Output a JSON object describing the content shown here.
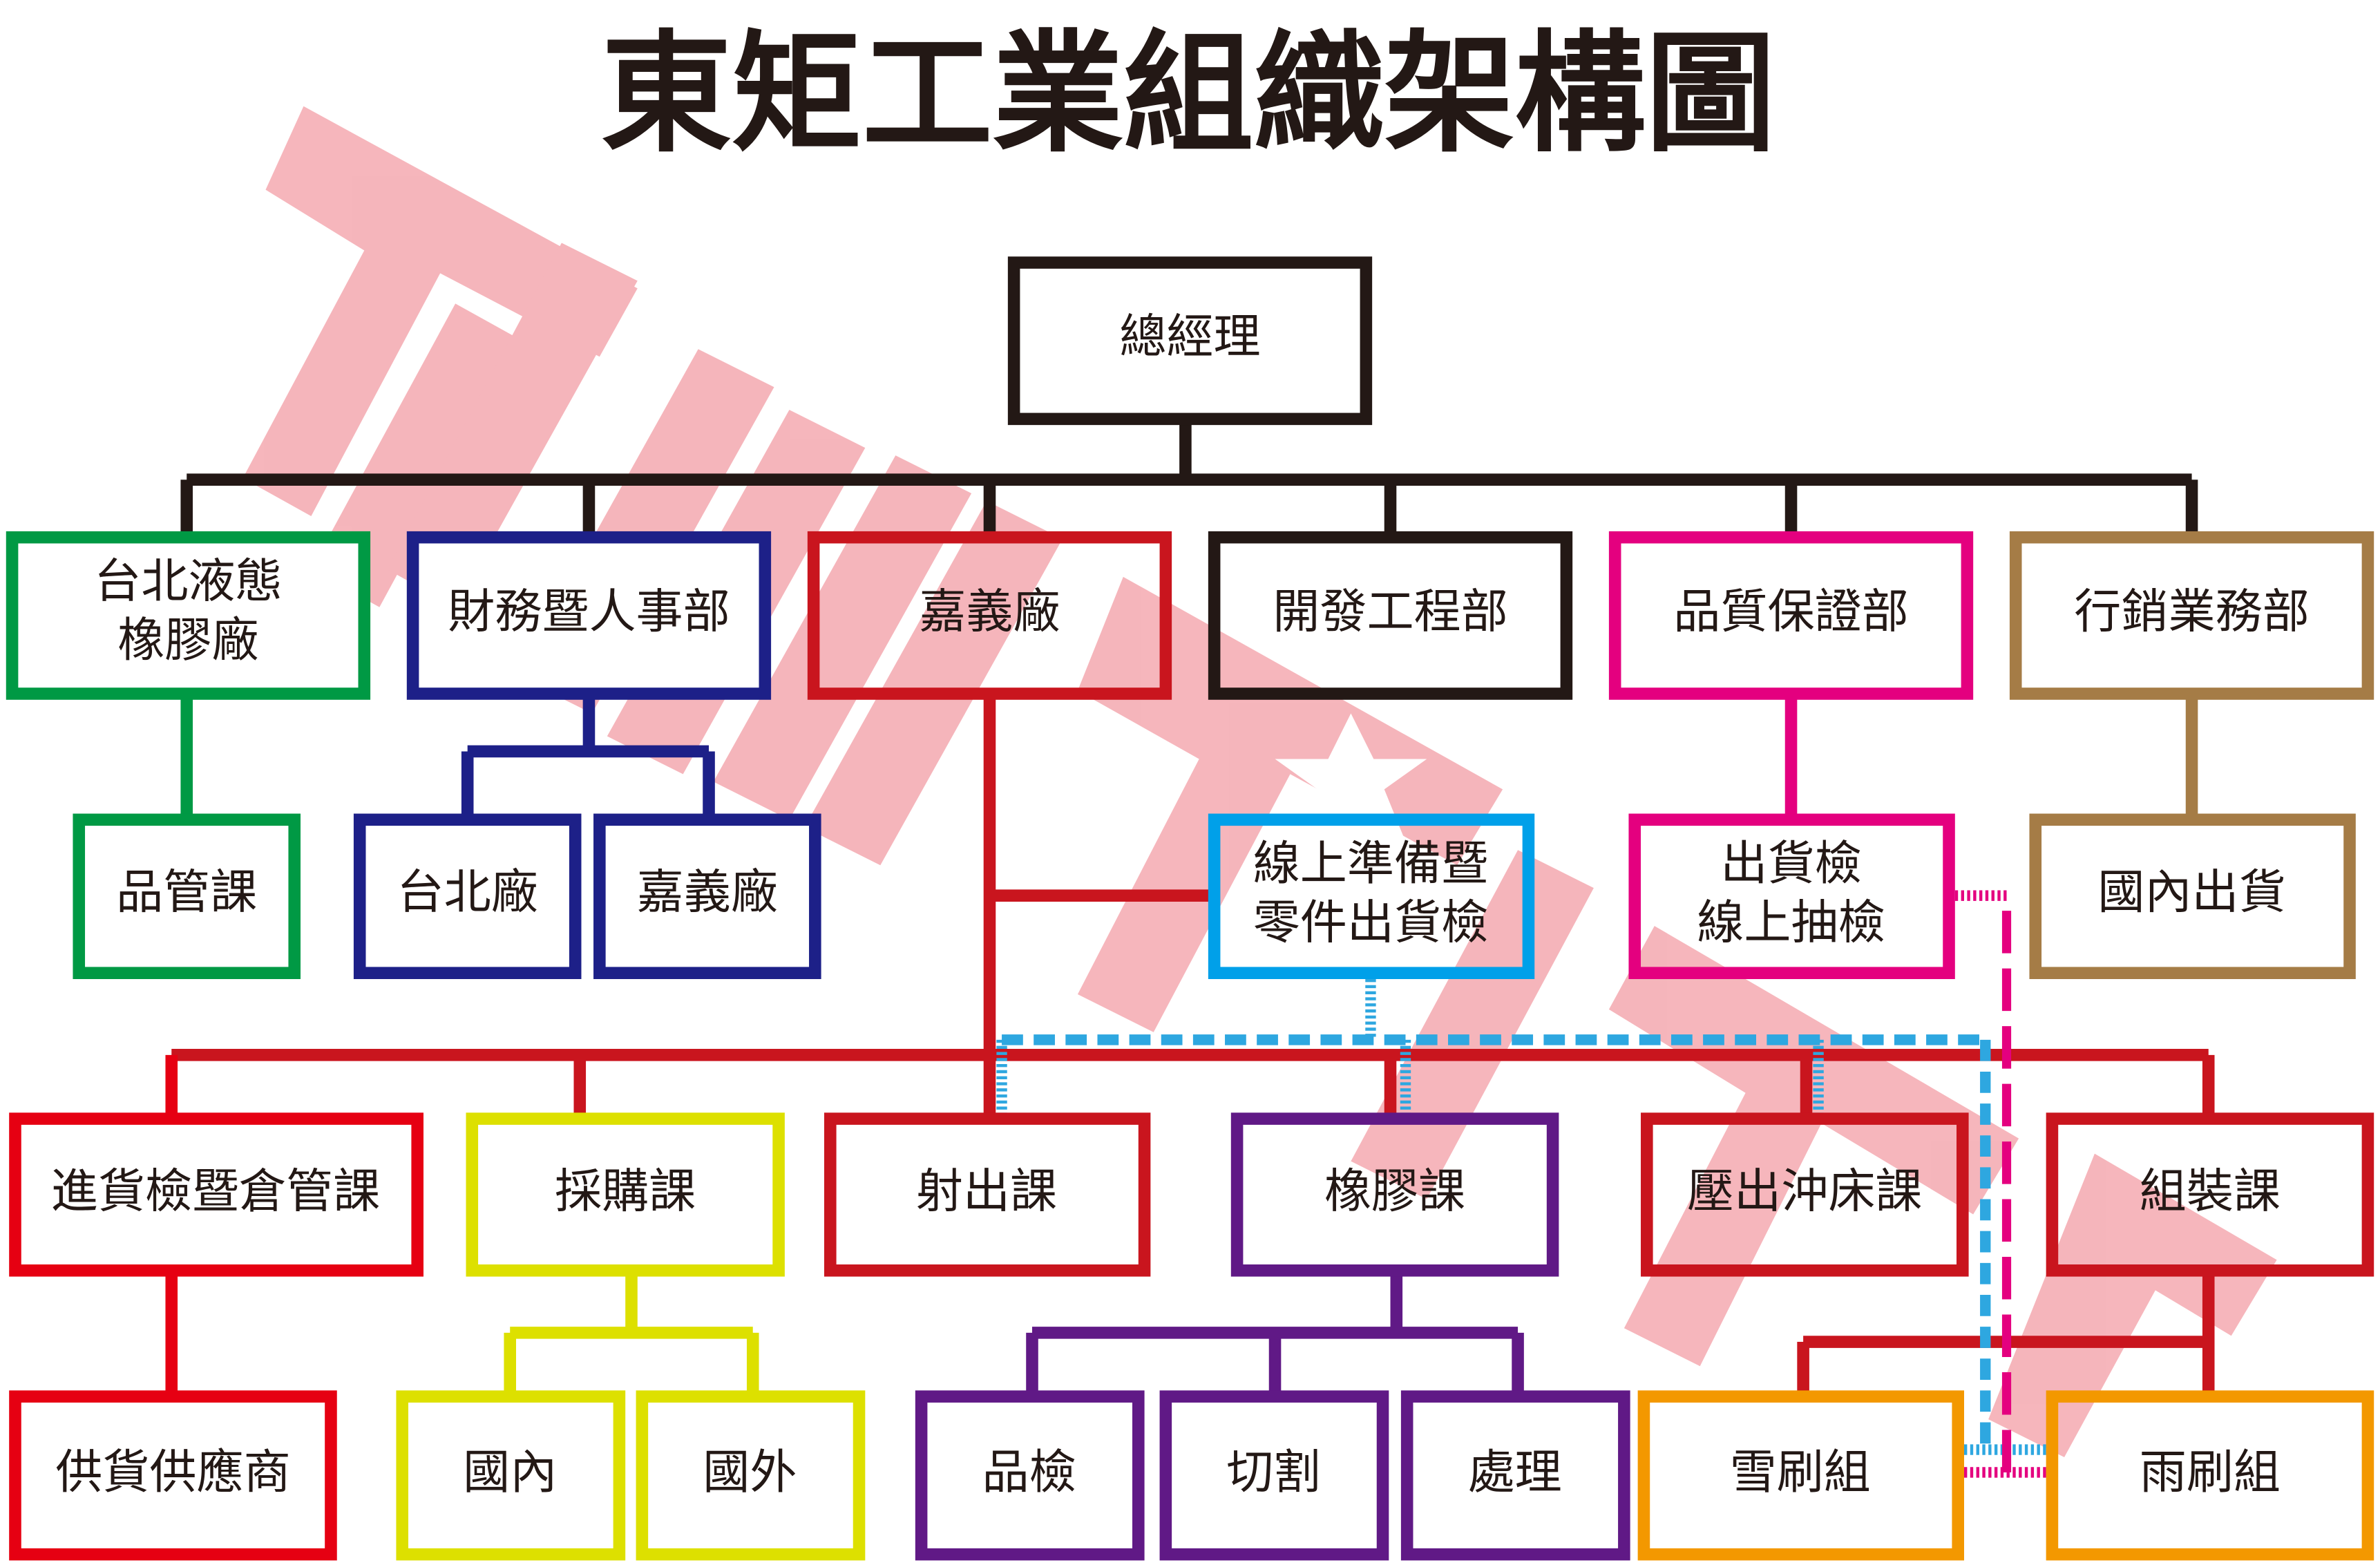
{
  "title": "東矩工業組織架構圖",
  "colors": {
    "black": "#231815",
    "green": "#009944",
    "navy": "#1d2088",
    "crimson": "#c9151e",
    "red": "#e60012",
    "pink": "#e4007f",
    "brown": "#a57c46",
    "cyan": "#00a0e9",
    "yellow": "#dde000",
    "purple": "#601986",
    "orange": "#f39800",
    "watermark": "#f5b2b8"
  },
  "nodes": {
    "gm": "總經理",
    "taipei_liquid_rubber": [
      "台北液態",
      "橡膠廠"
    ],
    "finance_hr": "財務暨人事部",
    "chiayi_plant": "嘉義廠",
    "rd_engineering": "開發工程部",
    "quality_assurance": "品質保證部",
    "marketing_sales": "行銷業務部",
    "qc_section": "品管課",
    "taipei_plant": "台北廠",
    "chiayi_plant_fin": "嘉義廠",
    "line_prep": [
      "線上準備暨",
      "零件出貨檢"
    ],
    "shipping_inspection": [
      "出貨檢",
      "線上抽檢"
    ],
    "domestic_shipping": "國內出貨",
    "incoming_warehouse": "進貨檢暨倉管課",
    "purchasing": "採購課",
    "injection": "射出課",
    "rubber": "橡膠課",
    "extrusion_press": "壓出沖床課",
    "assembly": "組裝課",
    "supplier": "供貨供應商",
    "domestic": "國內",
    "overseas": "國外",
    "inspection": "品檢",
    "cutting": "切割",
    "processing": "處理",
    "snow_brush": "雪刷組",
    "wiper": "雨刷組"
  }
}
